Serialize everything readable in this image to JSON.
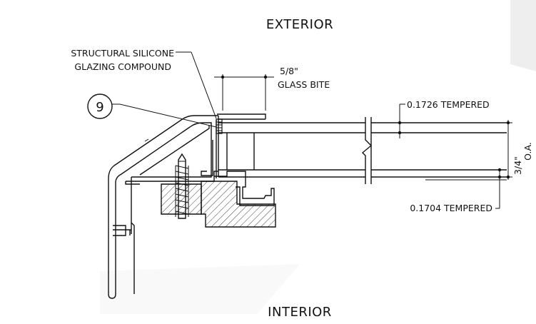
{
  "labels": {
    "exterior": "EXTERIOR",
    "interior": "INTERIOR",
    "silicone_line1": "STRUCTURAL SILICONE",
    "silicone_line2": "GLAZING COMPOUND",
    "glass_bite_value": "5/8\"",
    "glass_bite_text": "GLASS BITE",
    "callout_number": "9",
    "tempered_top": "0.1726 TEMPERED",
    "tempered_bottom": "0.1704 TEMPERED",
    "overall_value": "3/4\"",
    "overall_text": "O.A."
  },
  "colors": {
    "line": "#111111",
    "watermark": "#eeeeee"
  }
}
